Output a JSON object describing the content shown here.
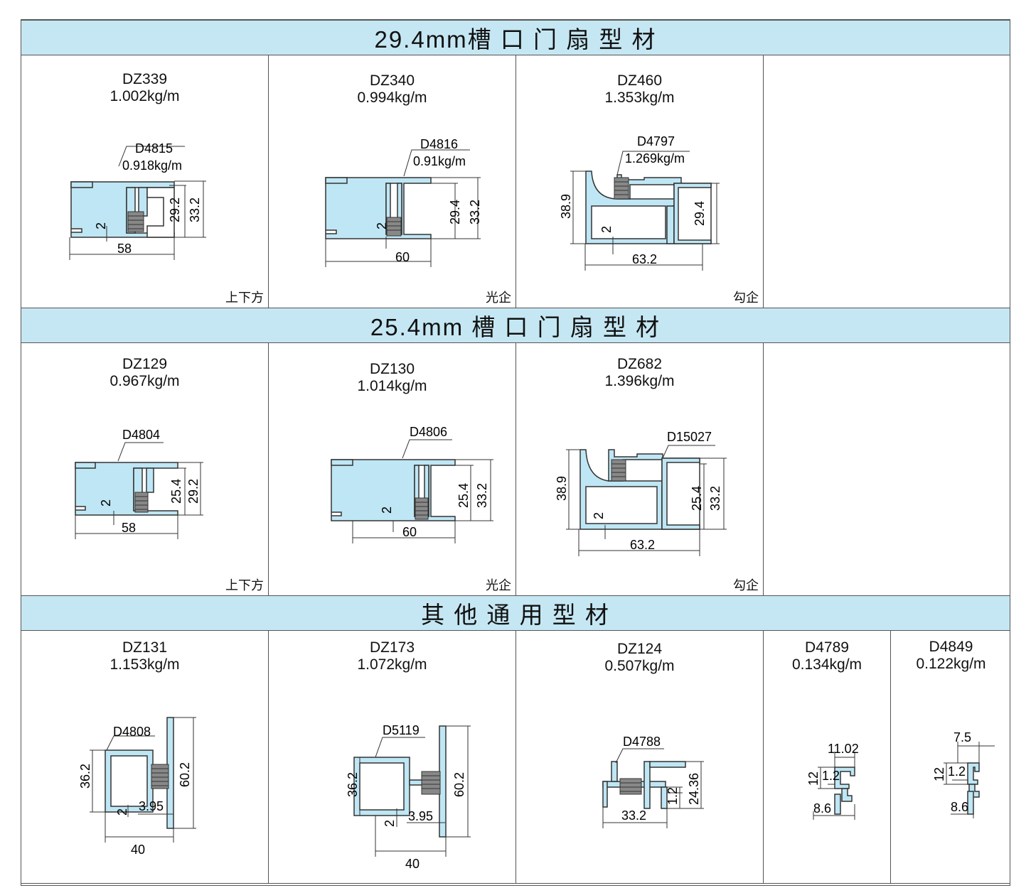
{
  "sections": [
    {
      "title": "29.4mm槽 口 门 扇 型 材",
      "cells": [
        {
          "code": "DZ339",
          "weight": "1.002kg/m",
          "sub_code": "D4815",
          "sub_weight": "0.918kg/m",
          "dims": [
            "58",
            "2",
            "29.2",
            "33.2"
          ],
          "label": "上下方"
        },
        {
          "code": "DZ340",
          "weight": "0.994kg/m",
          "sub_code": "D4816",
          "sub_weight": "0.91kg/m",
          "dims": [
            "60",
            "2",
            "29.4",
            "33.2"
          ],
          "label": "光企"
        },
        {
          "code": "DZ460",
          "weight": "1.353kg/m",
          "sub_code": "D4797",
          "sub_weight": "1.269kg/m",
          "dims": [
            "63.2",
            "2",
            "38.9",
            "29.4"
          ],
          "label": "勾企"
        }
      ]
    },
    {
      "title": "25.4mm 槽 口 门 扇 型 材",
      "cells": [
        {
          "code": "DZ129",
          "weight": "0.967kg/m",
          "sub_code": "D4804",
          "dims": [
            "58",
            "2",
            "25.4",
            "29.2"
          ],
          "label": "上下方"
        },
        {
          "code": "DZ130",
          "weight": "1.014kg/m",
          "sub_code": "D4806",
          "dims": [
            "60",
            "2",
            "25.4",
            "33.2"
          ],
          "label": "光企"
        },
        {
          "code": "DZ682",
          "weight": "1.396kg/m",
          "sub_code": "D15027",
          "dims": [
            "63.2",
            "2",
            "38.9",
            "25.4",
            "33.2"
          ],
          "label": "勾企"
        }
      ]
    },
    {
      "title": "其 他 通 用 型 材",
      "cells": [
        {
          "code": "DZ131",
          "weight": "1.153kg/m",
          "sub_code": "D4808",
          "dims": [
            "40",
            "2",
            "3.95",
            "36.2",
            "60.2"
          ]
        },
        {
          "code": "DZ173",
          "weight": "1.072kg/m",
          "sub_code": "D5119",
          "dims": [
            "40",
            "2",
            "3.95",
            "36.2",
            "60.2"
          ]
        },
        {
          "code": "DZ124",
          "weight": "0.507kg/m",
          "sub_code": "D4788",
          "dims": [
            "33.2",
            "1.2",
            "24.36"
          ]
        },
        {
          "code": "D4789",
          "weight": "0.134kg/m",
          "dims": [
            "11.02",
            "12",
            "1.2",
            "8.6"
          ]
        },
        {
          "code": "D4849",
          "weight": "0.122kg/m",
          "dims": [
            "7.5",
            "12",
            "1.2",
            "8.6"
          ]
        }
      ]
    }
  ],
  "colors": {
    "band": "#c5e7f3",
    "profile_fill": "#bfe6f4",
    "outline": "#333333"
  }
}
